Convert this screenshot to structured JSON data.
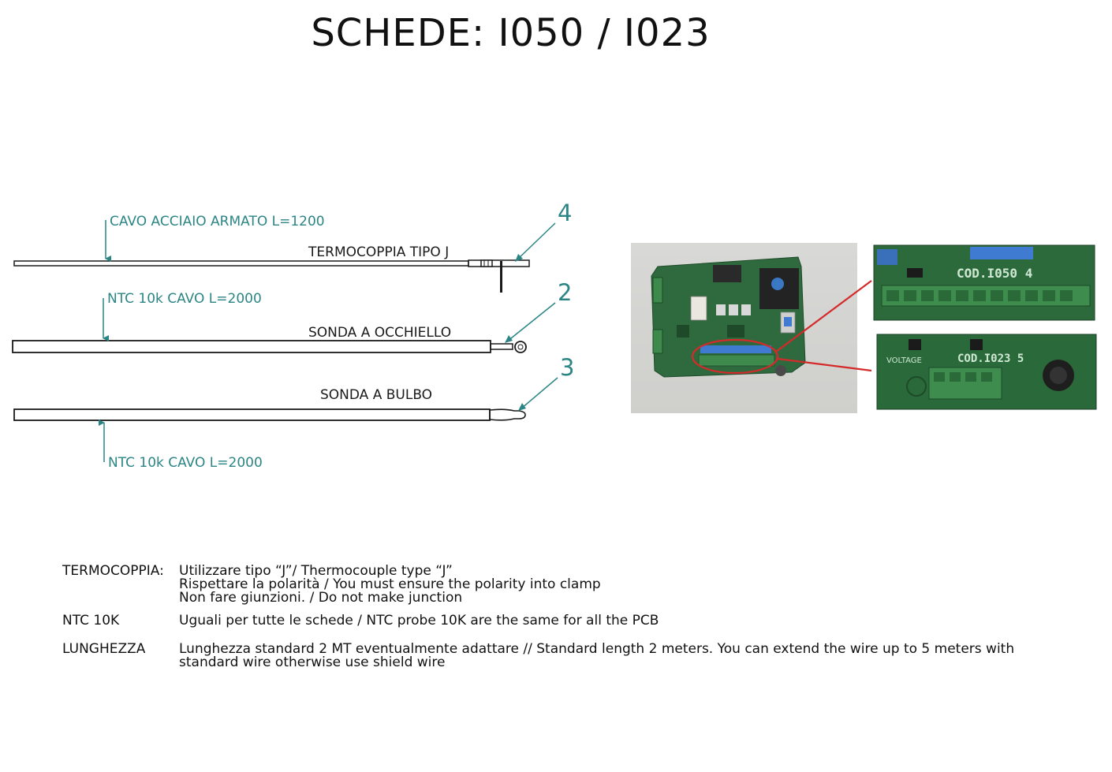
{
  "title": "SCHEDE: I050 / I023",
  "probes": [
    {
      "number": "4",
      "name": "TERMOCOPPIA TIPO J",
      "cable": "CAVO ACCIAIO ARMATO L=1200"
    },
    {
      "number": "2",
      "name": "SONDA A OCCHIELLO",
      "cable": "NTC 10k CAVO L=2000"
    },
    {
      "number": "3",
      "name": "SONDA A BULBO",
      "cable": "NTC 10k CAVO L=2000"
    }
  ],
  "photo": {
    "zoom_top_label": "COD.I050 4",
    "zoom_bottom_label": "COD.I023 5",
    "zoom_bottom_sublabel": "VOLTAGE",
    "highlight_color": "#d42a2a",
    "board_color": "#2f6a3e",
    "terminal_color": "#3d8a4c"
  },
  "notes": [
    {
      "key": "TERMOCOPPIA:",
      "lines": [
        "Utilizzare tipo “J”/ Thermocouple type “J”",
        "Rispettare la polarità / You must ensure the polarity into clamp",
        "Non fare giunzioni. / Do not make junction"
      ]
    },
    {
      "key": "NTC 10K",
      "lines": [
        "Uguali per tutte le schede / NTC probe 10K are the same for all the PCB"
      ]
    },
    {
      "key": "LUNGHEZZA",
      "lines": [
        "Lunghezza standard 2 MT eventualmente adattare // Standard length 2 meters. You can extend the wire up to 5 meters with",
        "standard wire otherwise use shield wire"
      ]
    }
  ],
  "colors": {
    "annotation": "#2c8585",
    "line": "#1a1a1a"
  }
}
